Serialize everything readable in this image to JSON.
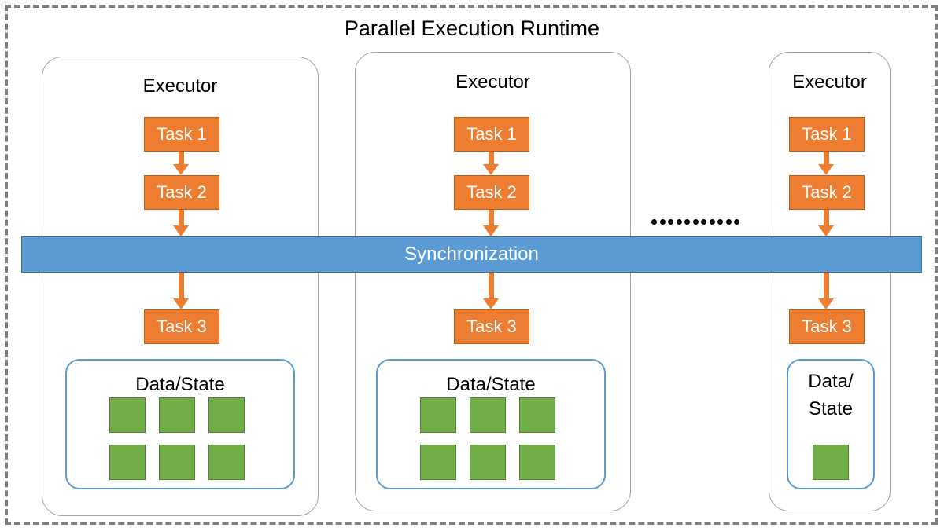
{
  "diagram": {
    "title": "Parallel Execution Runtime",
    "colors": {
      "task_fill": "#ED7D31",
      "task_border": "#C55A11",
      "sync_fill": "#5B9BD5",
      "sync_border": "#41719C",
      "data_cell_fill": "#70AD47",
      "data_cell_border": "#548235",
      "executor_border": "#A6A6A6",
      "runtime_border": "#7F7F7F",
      "datastate_border": "#5B9BD5"
    },
    "sync_bar": {
      "label": "Synchronization"
    },
    "ellipsis": {
      "dot_count": 11,
      "meaning": "more-executors"
    },
    "executors": [
      {
        "label": "Executor",
        "tasks_above": [
          "Task 1",
          "Task 2"
        ],
        "tasks_below": [
          "Task 3"
        ],
        "datastate": {
          "label": "Data/State",
          "cell_count": 6,
          "rows": 2,
          "cols": 3
        }
      },
      {
        "label": "Executor",
        "tasks_above": [
          "Task 1",
          "Task 2"
        ],
        "tasks_below": [
          "Task 3"
        ],
        "datastate": {
          "label": "Data/State",
          "cell_count": 6,
          "rows": 2,
          "cols": 3
        }
      },
      {
        "label": "Executor",
        "tasks_above": [
          "Task 1",
          "Task 2"
        ],
        "tasks_below": [
          "Task 3"
        ],
        "datastate": {
          "label_line1": "Data/",
          "label_line2": "State",
          "cell_count": 1,
          "rows": 1,
          "cols": 1
        }
      }
    ]
  }
}
